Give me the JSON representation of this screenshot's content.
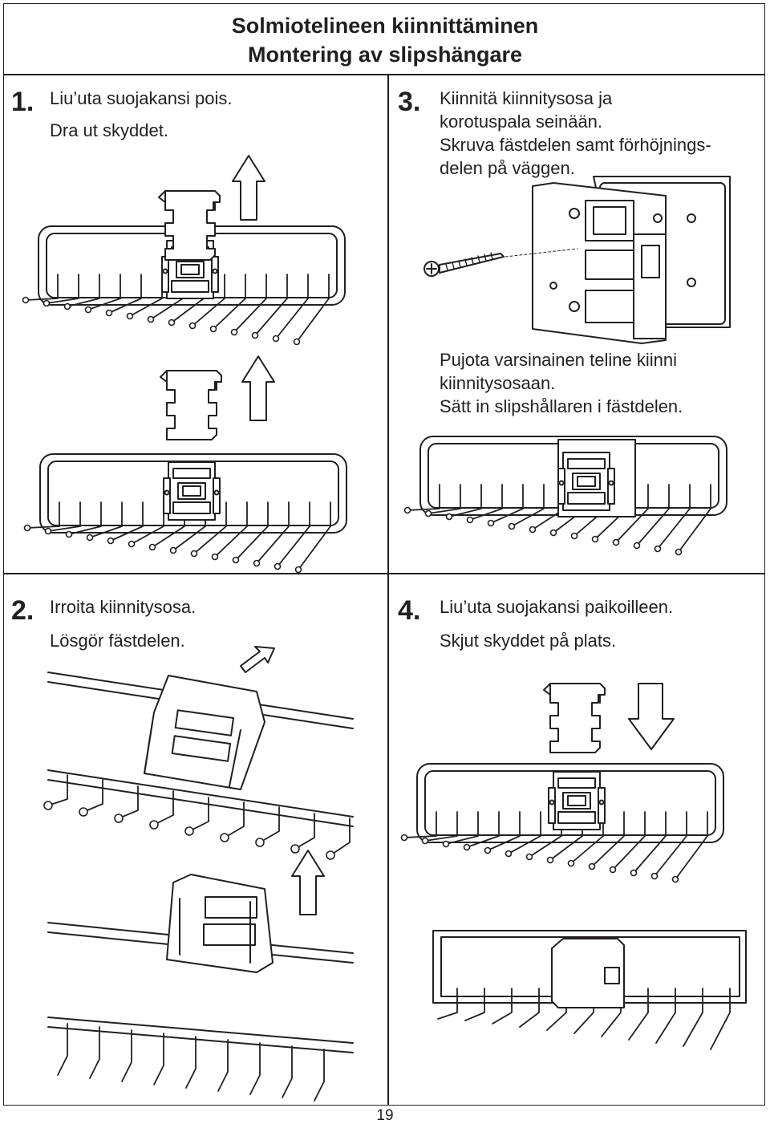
{
  "header": {
    "title_fi": "Solmiotelineen kiinnittäminen",
    "title_sv": "Montering av slipshängare"
  },
  "steps": [
    {
      "number": "1.",
      "fi": "Liu’uta suojakansi pois.",
      "sv": "Dra ut skyddet."
    },
    {
      "number": "2.",
      "fi": "Irroita kiinnitysosa.",
      "sv": "Lösgör fästdelen."
    },
    {
      "number": "3.",
      "fi_line1": "Kiinnitä kiinnitysosa ja",
      "fi_line2": "korotuspala seinään.",
      "sv_line1": "Skruva fästdelen samt förhöjnings-",
      "sv_line2": "delen på väggen.",
      "sub_fi_line1": "Pujota varsinainen teline kiinni",
      "sub_fi_line2": "kiinnitysosaan.",
      "sub_sv": "Sätt in slipshållaren i fästdelen."
    },
    {
      "number": "4.",
      "fi": "Liu’uta suojakansi paikoilleen.",
      "sv": "Skjut skyddet på plats."
    }
  ],
  "page_number": "19"
}
